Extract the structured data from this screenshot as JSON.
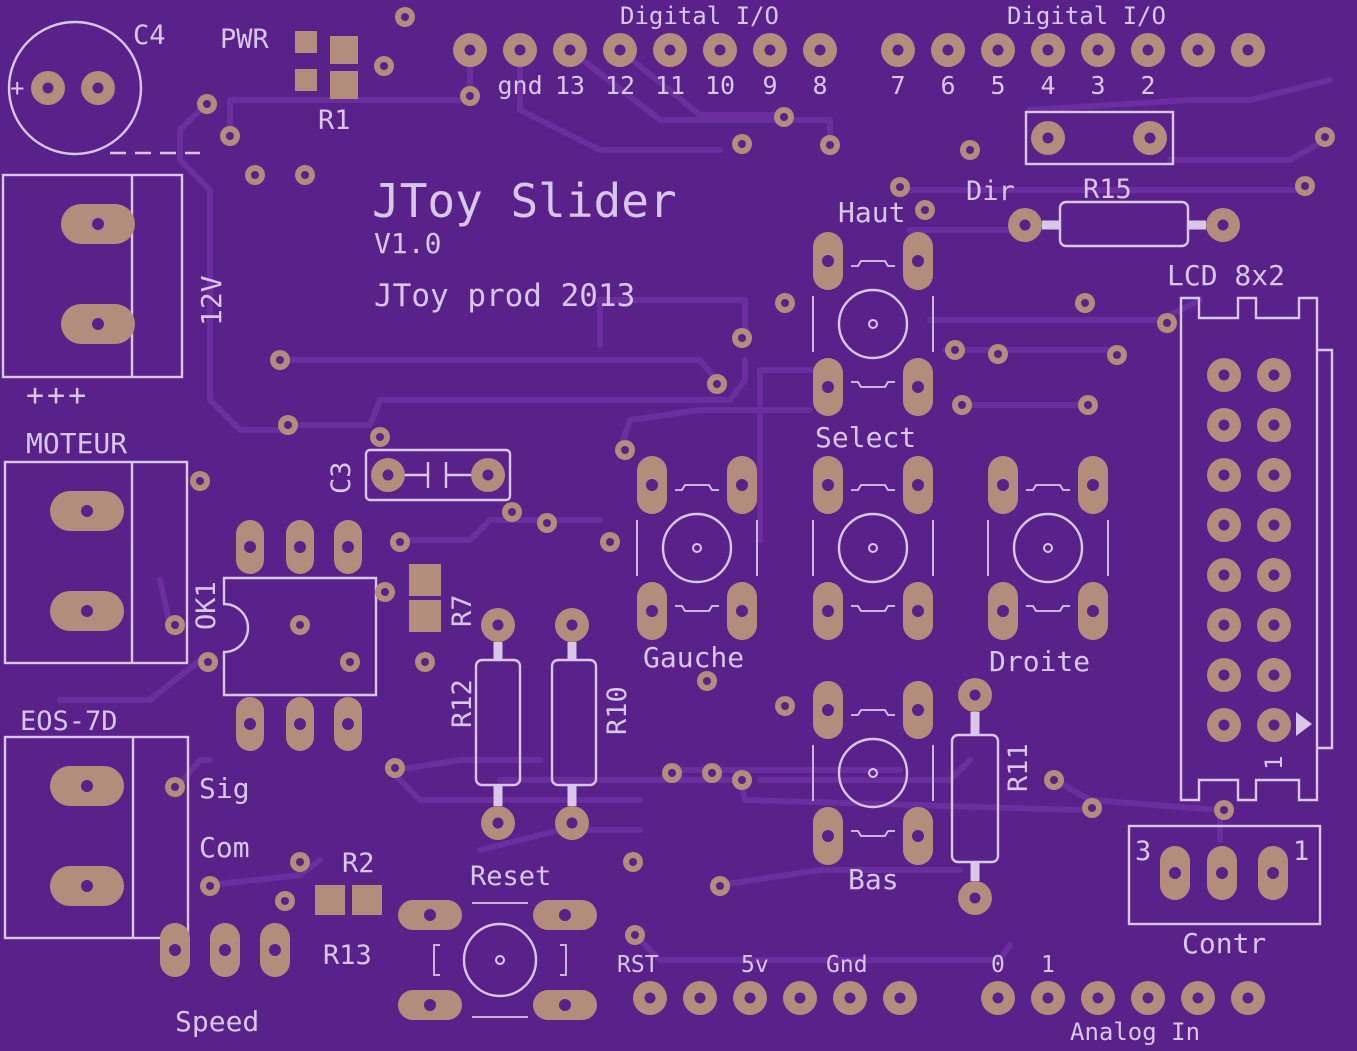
{
  "board": {
    "title": "JToy Slider",
    "version": "V1.0",
    "credit": "JToy prod 2013",
    "colors": {
      "substrate": "#58228a",
      "trace": "#6a2e9e",
      "pad": "#b38d7c",
      "silkscreen": "#d9c7ea"
    }
  },
  "headers": {
    "digital_io_left": "Digital I/O",
    "digital_io_right": "Digital I/O",
    "pins_left": [
      "gnd",
      "13",
      "12",
      "11",
      "10",
      "9",
      "8"
    ],
    "pins_right": [
      "7",
      "6",
      "5",
      "4",
      "3",
      "2"
    ],
    "power_pins": [
      "RST",
      "5v",
      "Gnd"
    ],
    "analog_pins": [
      "0",
      "1"
    ],
    "analog_label": "Analog In"
  },
  "components": {
    "c4": "C4",
    "pwr": "PWR",
    "r1": "R1",
    "v12": "12V",
    "plus": "+++",
    "moteur": "MOTEUR",
    "c3": "C3",
    "ok1": "OK1",
    "r7": "R7",
    "r12": "R12",
    "r10": "R10",
    "r11": "R11",
    "r15": "R15",
    "dir": "Dir",
    "eos": "EOS-7D",
    "sig": "Sig",
    "com": "Com",
    "r2": "R2",
    "r13": "R13",
    "speed": "Speed",
    "reset": "Reset",
    "lcd": "LCD 8x2",
    "lcd_pin1": "1",
    "contr": "Contr",
    "contr_3": "3",
    "contr_1": "1",
    "c4_plus": "+"
  },
  "buttons": {
    "haut": "Haut",
    "select": "Select",
    "gauche": "Gauche",
    "droite": "Droite",
    "bas": "Bas"
  }
}
